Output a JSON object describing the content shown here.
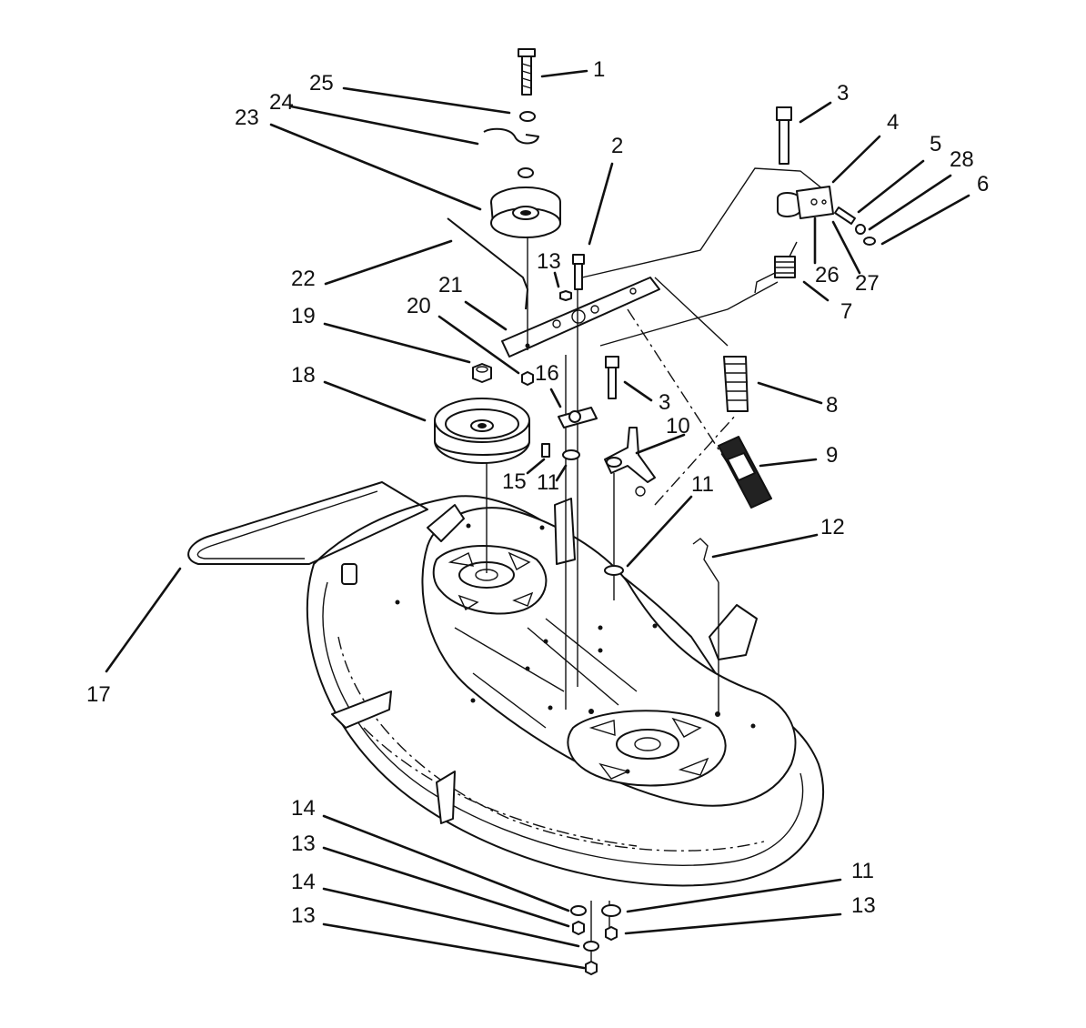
{
  "diagram": {
    "callouts": [
      {
        "id": "c1",
        "text": "1"
      },
      {
        "id": "c25",
        "text": "25"
      },
      {
        "id": "c24",
        "text": "24"
      },
      {
        "id": "c23",
        "text": "23"
      },
      {
        "id": "c2",
        "text": "2"
      },
      {
        "id": "c3a",
        "text": "3"
      },
      {
        "id": "c4",
        "text": "4"
      },
      {
        "id": "c5",
        "text": "5"
      },
      {
        "id": "c28",
        "text": "28"
      },
      {
        "id": "c6",
        "text": "6"
      },
      {
        "id": "c22",
        "text": "22"
      },
      {
        "id": "c13a",
        "text": "13"
      },
      {
        "id": "c21",
        "text": "21"
      },
      {
        "id": "c20",
        "text": "20"
      },
      {
        "id": "c19",
        "text": "19"
      },
      {
        "id": "c26",
        "text": "26"
      },
      {
        "id": "c27",
        "text": "27"
      },
      {
        "id": "c7",
        "text": "7"
      },
      {
        "id": "c18",
        "text": "18"
      },
      {
        "id": "c16",
        "text": "16"
      },
      {
        "id": "c3b",
        "text": "3"
      },
      {
        "id": "c8",
        "text": "8"
      },
      {
        "id": "c10",
        "text": "10"
      },
      {
        "id": "c9",
        "text": "9"
      },
      {
        "id": "c15",
        "text": "15"
      },
      {
        "id": "c11a",
        "text": "11"
      },
      {
        "id": "c11b",
        "text": "11"
      },
      {
        "id": "c12",
        "text": "12"
      },
      {
        "id": "c17",
        "text": "17"
      },
      {
        "id": "c14a",
        "text": "14"
      },
      {
        "id": "c13b",
        "text": "13"
      },
      {
        "id": "c14b",
        "text": "14"
      },
      {
        "id": "c13c",
        "text": "13"
      },
      {
        "id": "c11c",
        "text": "11"
      },
      {
        "id": "c13d",
        "text": "13"
      }
    ]
  }
}
